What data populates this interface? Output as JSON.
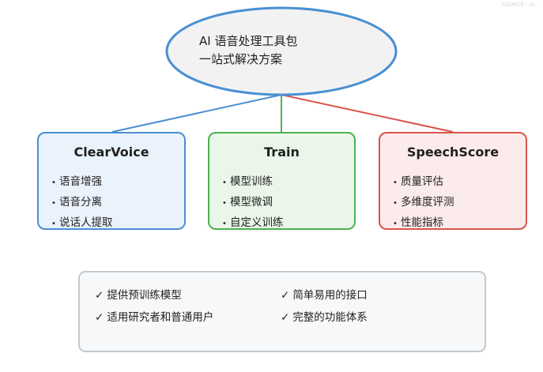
{
  "colors": {
    "ellipse_fill": "#f2f2f2",
    "ellipse_stroke": "#4a8fd3",
    "blue": "#4a8fd3",
    "green": "#4cb34c",
    "red": "#d9544a"
  },
  "watermark": "SOURCE · AI ·",
  "hub": {
    "line1": "AI 语音处理工具包",
    "line2": "一站式解决方案"
  },
  "cards": [
    {
      "title": "ClearVoice",
      "items": [
        "语音增强",
        "语音分离",
        "说话人提取"
      ]
    },
    {
      "title": "Train",
      "items": [
        "模型训练",
        "模型微调",
        "自定义训练"
      ]
    },
    {
      "title": "SpeechScore",
      "items": [
        "质量评估",
        "多维度评测",
        "性能指标"
      ]
    }
  ],
  "bullet_symbol": "•",
  "check_symbol": "✓",
  "features": [
    "提供预训练模型",
    "简单易用的接口",
    "适用研究者和普通用户",
    "完整的功能体系"
  ]
}
